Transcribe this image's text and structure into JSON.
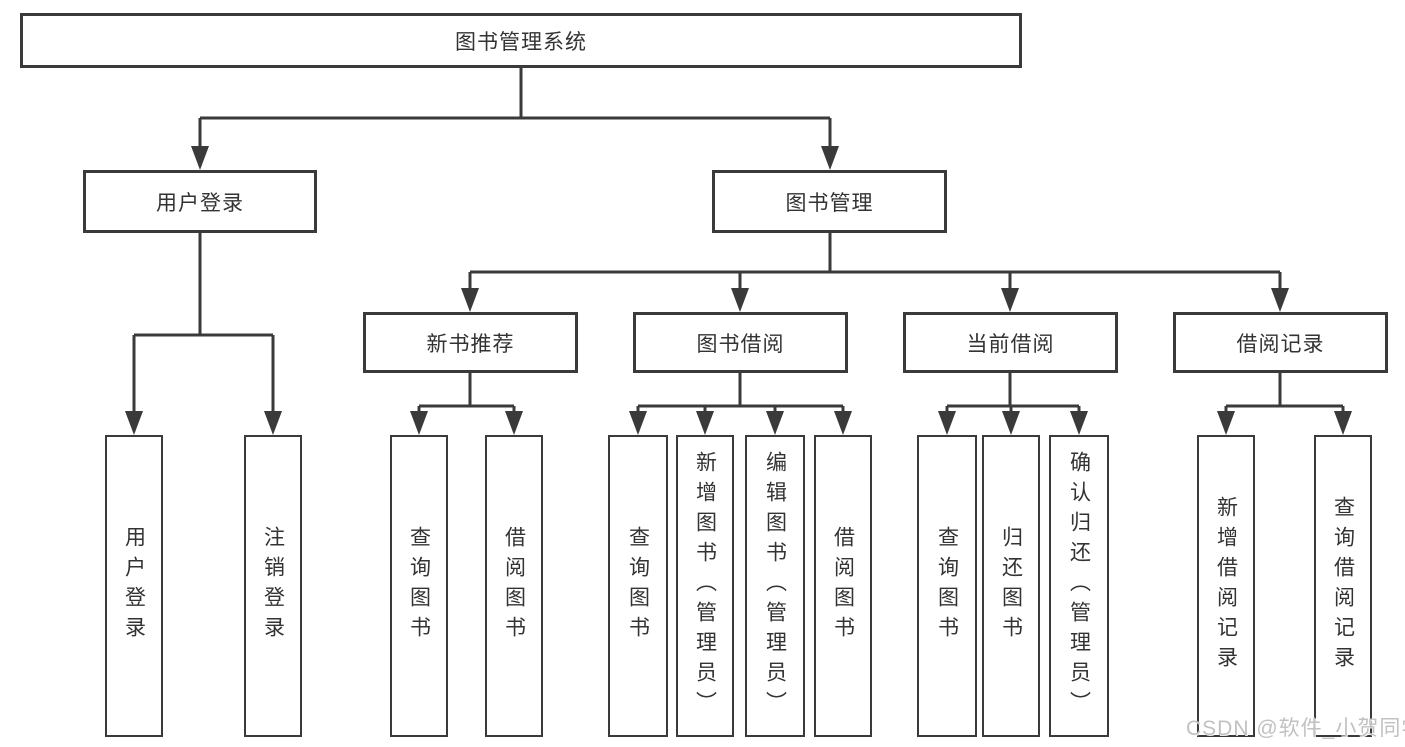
{
  "tree": {
    "root": {
      "label": "图书管理系统"
    },
    "branches": [
      {
        "label": "用户登录",
        "children": [
          {
            "label": "用户登录"
          },
          {
            "label": "注销登录"
          }
        ]
      },
      {
        "label": "图书管理",
        "sections": [
          {
            "label": "新书推荐",
            "children": [
              {
                "label": "查询图书"
              },
              {
                "label": "借阅图书"
              }
            ]
          },
          {
            "label": "图书借阅",
            "children": [
              {
                "label": "查询图书"
              },
              {
                "label": "新增图书（管理员）"
              },
              {
                "label": "编辑图书（管理员）"
              },
              {
                "label": "借阅图书"
              }
            ]
          },
          {
            "label": "当前借阅",
            "children": [
              {
                "label": "查询图书"
              },
              {
                "label": "归还图书"
              },
              {
                "label": "确认归还（管理员）"
              }
            ]
          },
          {
            "label": "借阅记录",
            "children": [
              {
                "label": "新增借阅记录"
              },
              {
                "label": "查询借阅记录"
              }
            ]
          }
        ]
      }
    ]
  },
  "watermark": {
    "text": "CSDN @软件_小贺同学"
  },
  "colors": {
    "line": "#3a3a3a",
    "text": "#333333",
    "background": "#ffffff",
    "watermark": "#c1c1c1"
  }
}
